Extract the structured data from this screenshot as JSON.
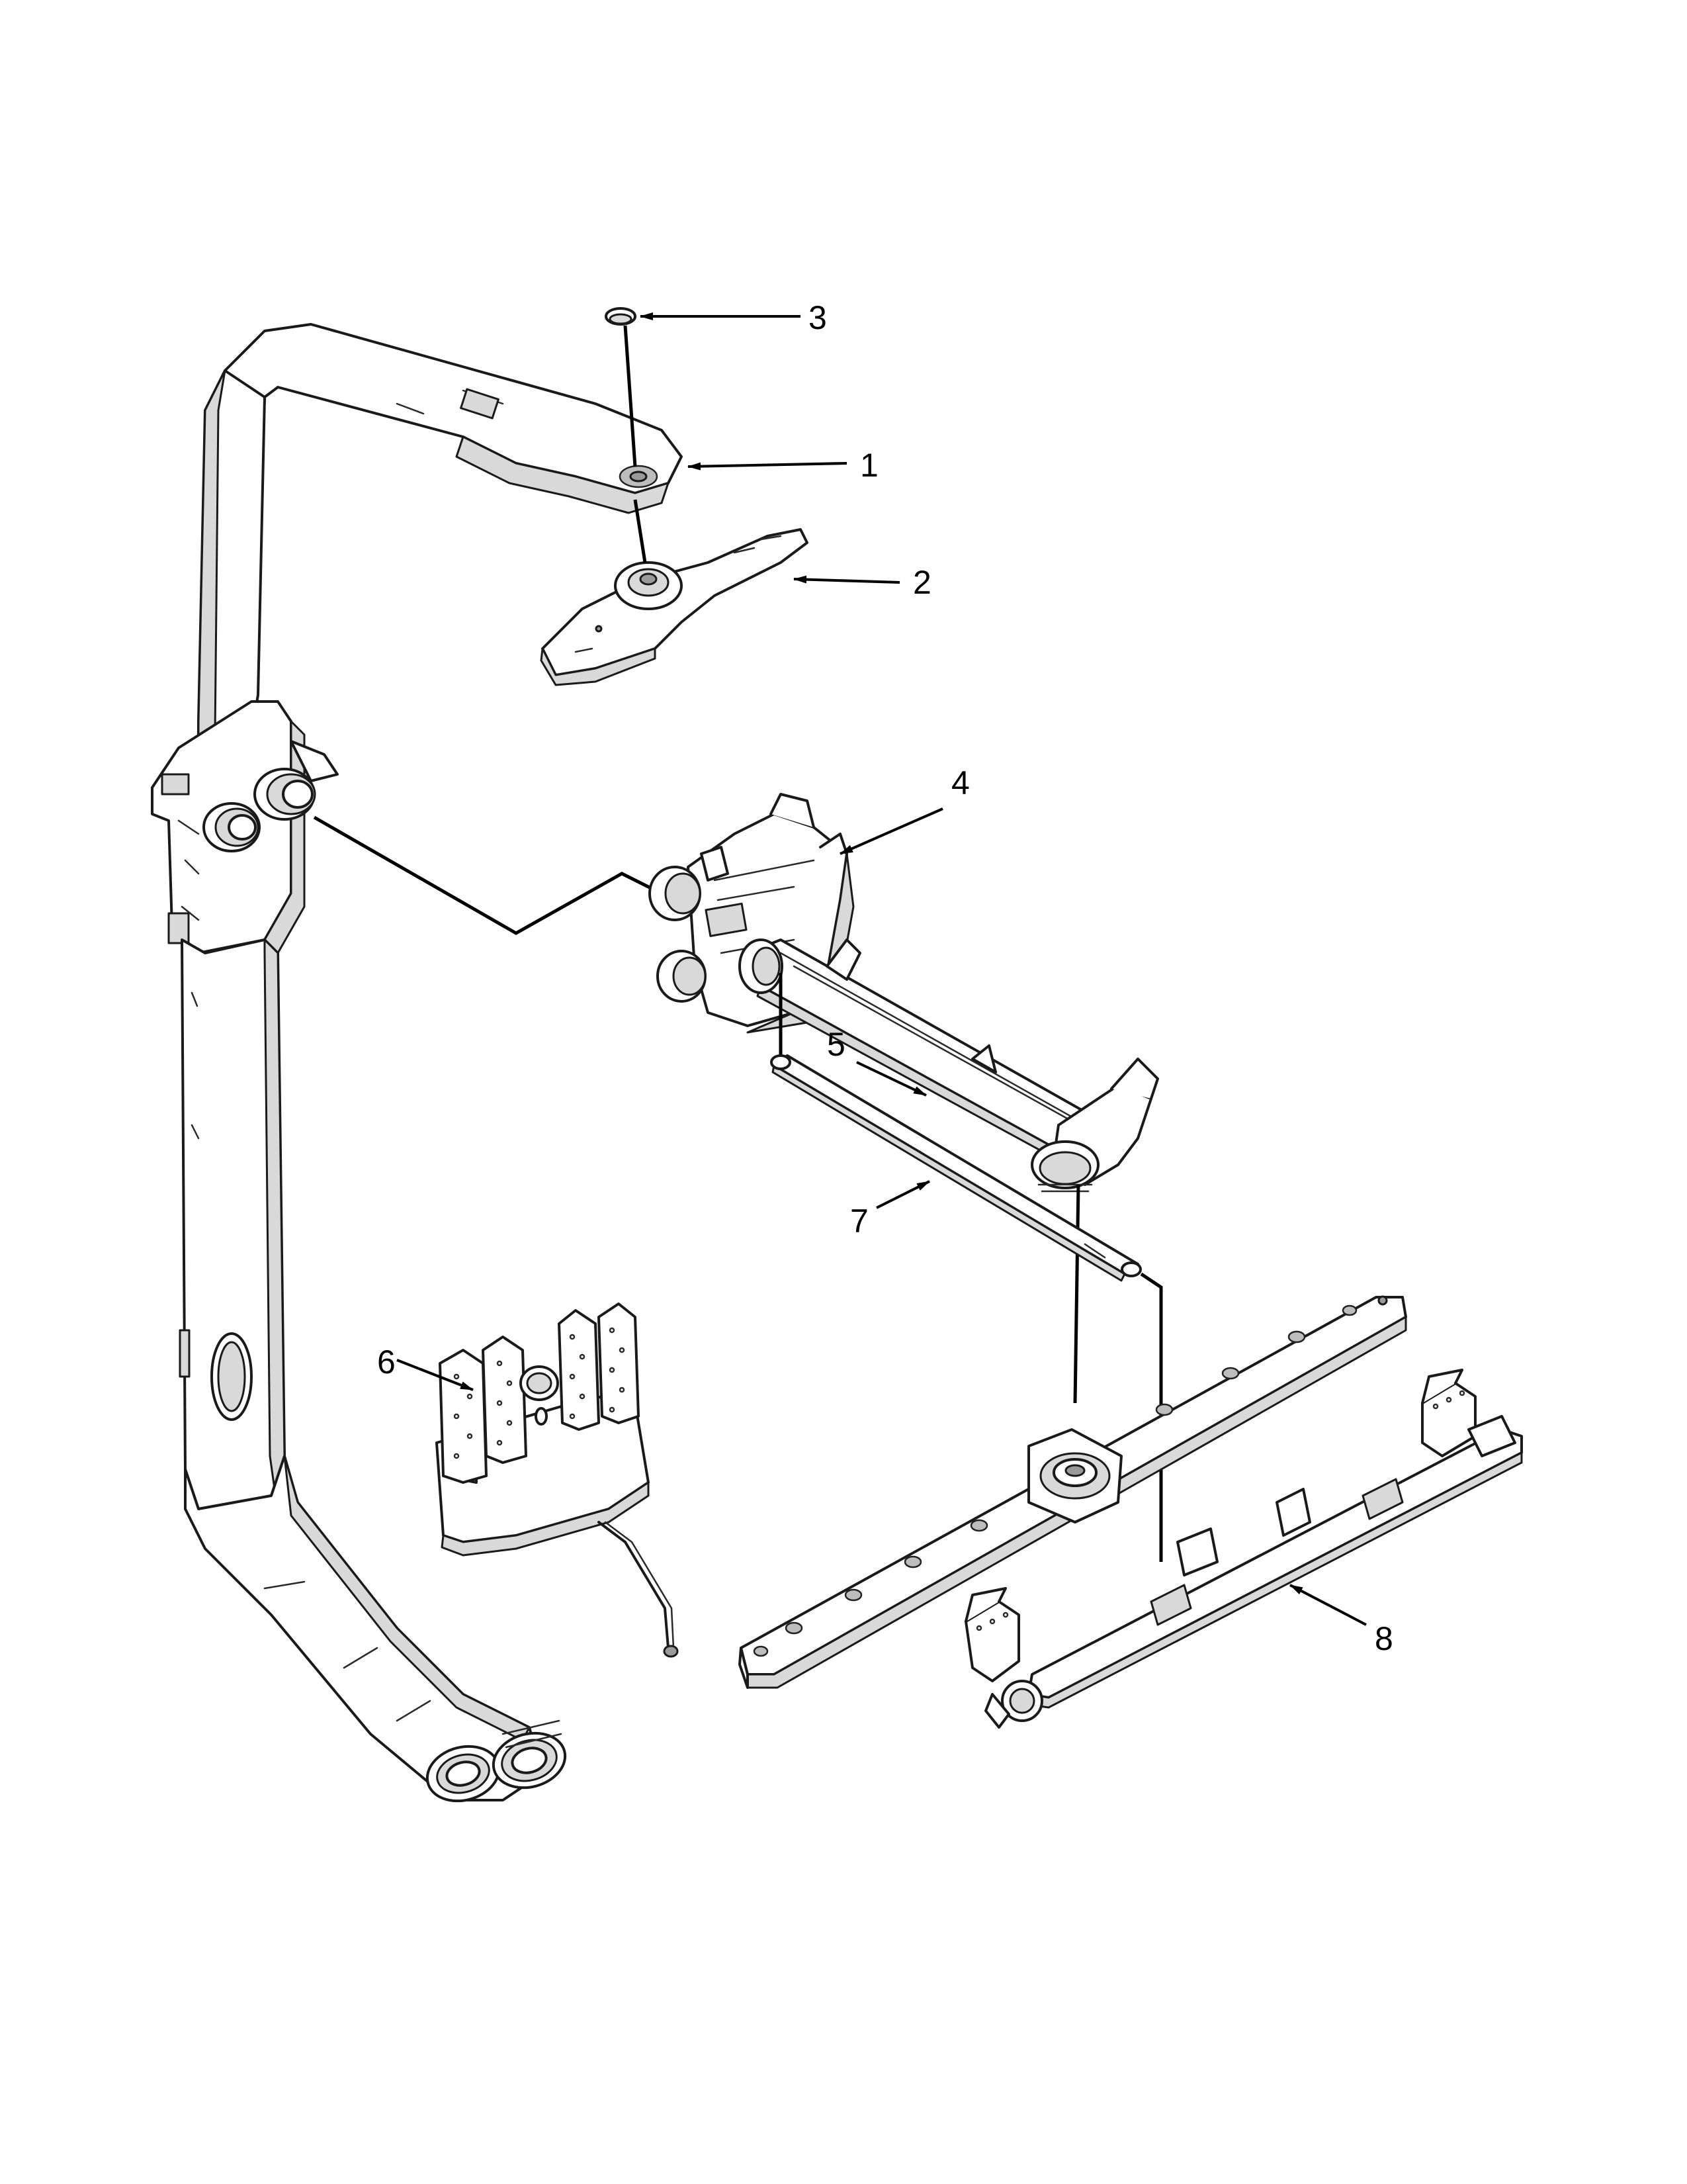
{
  "callouts": [
    {
      "id": "1",
      "label": "1"
    },
    {
      "id": "2",
      "label": "2"
    },
    {
      "id": "3",
      "label": "3"
    },
    {
      "id": "4",
      "label": "4"
    },
    {
      "id": "5",
      "label": "5"
    },
    {
      "id": "6",
      "label": "6"
    },
    {
      "id": "7",
      "label": "7"
    },
    {
      "id": "8",
      "label": "8"
    }
  ],
  "colors": {
    "line": "#1a1a1a",
    "shade": "#d9d9d9",
    "background": "#ffffff"
  }
}
